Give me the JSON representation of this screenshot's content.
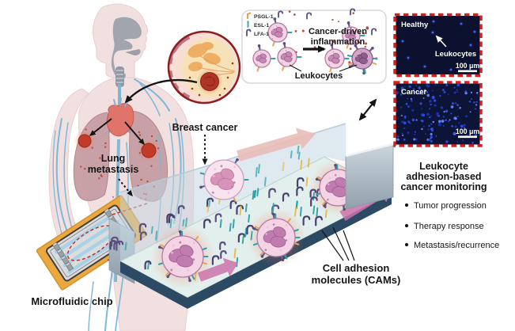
{
  "inset": {
    "legend": [
      "PSGL-1",
      "ESL-1",
      "LFA-1"
    ],
    "caption_line1": "Cancer-driven",
    "caption_line2": "inflammation",
    "cells_label": "Leukocytes"
  },
  "micrographs": {
    "healthy": {
      "title": "Healthy",
      "annotation": "Leukocytes",
      "scale_bar": "100 μm",
      "visible_cell_dots": 9
    },
    "cancer": {
      "title": "Cancer",
      "scale_bar": "100 μm",
      "visible_cell_dots": 150
    }
  },
  "anatomy": {
    "breast_label": "Breast cancer",
    "lung_label_line1": "Lung",
    "lung_label_line2": "metastasis"
  },
  "device": {
    "chip_label": "Microfluidic chip",
    "cams_label_line1": "Cell adhesion",
    "cams_label_line2": "molecules (CAMs)"
  },
  "monitoring": {
    "heading_line1": "Leukocyte",
    "heading_line2": "adhesion-based",
    "heading_line3": "cancer monitoring",
    "bullets": [
      "Tumor progression",
      "Therapy response",
      "Metastasis/recurrence"
    ]
  },
  "colors": {
    "psgl1_orange": "#f09a4b",
    "esl1_teal": "#3fa9ad",
    "lfa1_purple": "#574c7e",
    "cam_teal": "#2ea3a8",
    "cam_yellow": "#e7bb4f",
    "cam_purple": "#5b5080",
    "flow_arrow_pink": "#e9bcb8",
    "flow_arrow_magenta": "#cb72ab",
    "micrograph_border_red": "#d92020",
    "micrograph_bg_healthy": "#0b112e",
    "micrograph_bg_cancer": "#0c1438",
    "leukocyte_dot_blue": "#2f4de2",
    "chip_gold": "#eaa83e",
    "channel_navy": "#2c4a63",
    "tumor_red": "#c23a28",
    "inflammation_dot_red": "#b23a2e"
  }
}
